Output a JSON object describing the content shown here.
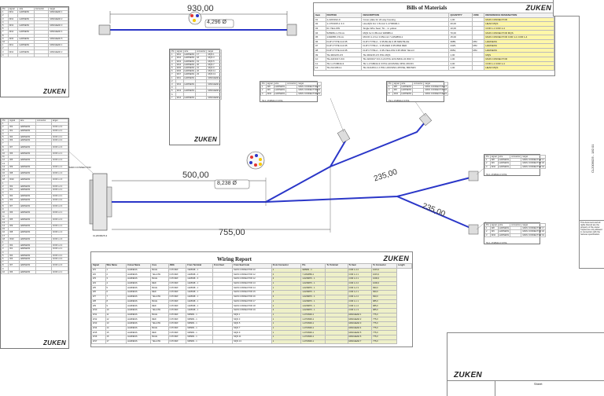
{
  "drawing": {
    "dimensions": {
      "top_length": "930,00",
      "main_length": "500,00",
      "total_length": "755,00",
      "branch_a": "235,00",
      "branch_b": "235,00",
      "diameter_top": "4,296 Ø",
      "diameter_main": "8,238 Ø"
    },
    "labels": {
      "main_connector": "MAIN CONNECTOR",
      "main_part": "CL2009025-3"
    }
  },
  "bom": {
    "title": "Bills of Materials",
    "headers": [
      "Item",
      "PARTNO",
      "DESCRIPTION",
      "QUANTITY",
      "UOM",
      "REFERENCE DESIGNATION"
    ],
    "rows": [
      [
        "01",
        "1-2223312-0",
        "Cover plate for 24 way housing",
        "1,00",
        "",
        "MAIN CONNECTOR"
      ],
      [
        "02",
        "1-1703315-1 3.4",
        "HoodQS For 1.5mm2 1-1703930-1",
        "20,00",
        "",
        "HEAD MQS"
      ],
      [
        "03",
        "01 YELLOW",
        "Single Wire Seal, Tin... in yellow",
        "10,00",
        "",
        "COR 1-1 COR 1-4"
      ],
      [
        "04",
        "528389-1 2.5mm",
        "MQS for 0.35mm2 928989-1",
        "70,00",
        "",
        "MAIN CONNECTOR MQS"
      ],
      [
        "05",
        "1492865 2.5mm",
        "MCON 1.2 For 0.35mm2 7-1452869-1",
        "15,00",
        "",
        "MAIN CONNECTOR COR 1-1 COR 1-4"
      ],
      [
        "06",
        "FLRY-TYPE 2x0.35",
        "FLRY-TYPE A - 0.35-BLUE 0.35 MM2 BLUE",
        "3985,",
        "MM",
        "HARNESS"
      ],
      [
        "07",
        "FLRY-TYPE 2x0.35",
        "FLRY-TYPE A - 0.35-RED 0.35 MM2 RED",
        "4425,",
        "MM",
        "HARNESS"
      ],
      [
        "08",
        "FLRY-TYPE 2x0.35",
        "FLRY-TYPE A - 0.35-YELLOW 0.35 MM2 YELLO",
        "6952,",
        "MM",
        "HARNESS"
      ],
      [
        "09",
        "TE-3D0215-0.5",
        "TE-3D0215-0.5 POL MQS",
        "1,00",
        "",
        "MQS"
      ],
      [
        "10",
        "TE-2223317-ICC",
        "TE 2223317 ICC A 24 POL HOUSING 24 WAY C",
        "1,00",
        "",
        "MAIN CONNECTOR"
      ],
      [
        "11",
        "TE 1-1718644-3",
        "TE 1-1718644-3 3 POL HOUSING 3POL MCON",
        "4,00",
        "",
        "COR 1-1 COR 1-4"
      ],
      [
        "12",
        "TE 2141454-1",
        "TE 2141454-1 2 POL HOUSING 2POSE, BROWN",
        "1,00",
        "",
        "HEAD MQS"
      ]
    ]
  },
  "wiring_report": {
    "title": "Wiring Report",
    "headers": [
      "Signal",
      "Wire Name",
      "Colour Name",
      "Core",
      "AWG",
      "From Terminal",
      "From Seal",
      "From Seal Code",
      "From Connector",
      "Pin",
      "To Terminal",
      "To Seal",
      "To Connector",
      "Length"
    ],
    "rows": [
      [
        "W1",
        "1",
        "HARNESS",
        "BLUE",
        "0.35 MM²",
        "1928498 - 1",
        "",
        "MAIN CONNECTOR 10",
        "1",
        "928999 - 1",
        "",
        "COR 1-4 2",
        "1015,0"
      ],
      [
        "W2",
        "2",
        "HARNESS",
        "YELLOW",
        "0.35 MM²",
        "1428498 - 2",
        "",
        "MAIN CONNECTOR 12",
        "2",
        "7-1452869-1",
        "",
        "COR 1-4 1",
        "1015,0"
      ],
      [
        "W3",
        "3",
        "HARNESS",
        "BLUE",
        "0.35 MM²",
        "1428498 - 3",
        "",
        "MAIN CONNECTOR 12",
        "3",
        "1-0236870 - 1",
        "",
        "COR 1-3 1",
        "1000,0"
      ],
      [
        "W4",
        "4",
        "HARNESS",
        "RED",
        "0.35 MM²",
        "1428498 - 1",
        "",
        "MAIN CONNECTOR 13",
        "1",
        "1-0236870 - 1",
        "",
        "COR 1-3 2",
        "1000,0"
      ],
      [
        "W5",
        "5",
        "HARNESS",
        "BLUE",
        "0.35 MM²",
        "1428498 - 1",
        "",
        "MAIN CONNECTOR 14",
        "1",
        "1-0236870 - 1",
        "",
        "COR 1-2 3",
        "990,0"
      ],
      [
        "W6",
        "6",
        "HARNESS",
        "RED",
        "0.35 MM²",
        "1428498 - 1",
        "",
        "MAIN CONNECTOR 15",
        "2",
        "1-0236870 - 1",
        "",
        "COR 1-2 1",
        "990,0"
      ],
      [
        "W7",
        "7",
        "HARNESS",
        "YELLOW",
        "0.35 MM²",
        "1428498 - 1",
        "",
        "MAIN CONNECTOR 16",
        "3",
        "1-0236870 - 1",
        "",
        "COR 1-2 2",
        "990,0"
      ],
      [
        "W8",
        "8",
        "HARNESS",
        "BLUE",
        "0.35 MM²",
        "1428498 - 1",
        "",
        "MAIN CONNECTOR 17",
        "1",
        "1-0236870 - 1",
        "",
        "COR 1-1 1",
        "985,0"
      ],
      [
        "W9",
        "9",
        "HARNESS",
        "RED",
        "0.35 MM²",
        "1428498 - 1",
        "",
        "MAIN CONNECTOR 18",
        "2",
        "1-0236870 - 1",
        "",
        "COR 1-1 2",
        "985,0"
      ],
      [
        "W10",
        "10",
        "HARNESS",
        "YELLOW",
        "0.35 MM²",
        "1428498 - 1",
        "",
        "MAIN CONNECTOR 19",
        "3",
        "1-0236870 - 1",
        "",
        "COR 1-1 3",
        "985,0"
      ],
      [
        "W11",
        "11",
        "HARNESS",
        "BLUE",
        "0.35 MM²",
        "928999 - 1",
        "",
        "MQS 1",
        "1",
        "1-1703930-1",
        "",
        "MAN/HEAD 1",
        "775,0"
      ],
      [
        "W12",
        "12",
        "HARNESS",
        "RED",
        "0.35 MM²",
        "928999 - 1",
        "",
        "MQS 3",
        "1",
        "1-1703930-1",
        "",
        "MAN/HEAD 2",
        "775,0"
      ],
      [
        "W13",
        "13",
        "HARNESS",
        "YELLOW",
        "0.35 MM²",
        "928999 - 1",
        "",
        "MQS 5",
        "1",
        "1-1703930-1",
        "",
        "MAN/HEAD 3",
        "775,0"
      ],
      [
        "W14",
        "14",
        "HARNESS",
        "BLUE",
        "0.35 MM²",
        "928999 - 1",
        "",
        "MQS 7",
        "1",
        "1-1703930-1",
        "",
        "MAN/HEAD 4",
        "775,0"
      ],
      [
        "W15",
        "15",
        "HARNESS",
        "RED",
        "0.35 MM²",
        "928999 - 1",
        "",
        "MQS 9",
        "1",
        "1-1703930-1",
        "",
        "MAN/HEAD 5",
        "775,0"
      ],
      [
        "W16",
        "16",
        "HARNESS",
        "BLUE",
        "0.35 MM²",
        "928999 - 1",
        "",
        "MQS 11",
        "1",
        "1-1703930-1",
        "",
        "MAN/HEAD 6",
        "775,0"
      ],
      [
        "W17",
        "17",
        "HARNESS",
        "YELLOW",
        "0.35 MM²",
        "928999 - 1",
        "",
        "MQS 13",
        "1",
        "1-1703930-1",
        "",
        "MAN/HEAD 7",
        "775,0"
      ]
    ]
  },
  "connector_table": {
    "headers": [
      "Pin",
      "signal",
      "wire",
      "connector",
      "target"
    ],
    "rows_main": [
      [
        "1",
        "",
        "",
        "",
        ""
      ],
      [
        "2",
        "W2",
        "HARNESS",
        "",
        "COR 1-4 2"
      ],
      [
        "3",
        "W1",
        "HARNESS",
        "",
        "COR 1-4 1"
      ],
      [
        "4",
        "",
        "",
        "",
        ""
      ],
      [
        "5",
        "W4",
        "HARNESS",
        "",
        "COR 1-3 1"
      ],
      [
        "6",
        "W3",
        "HARNESS",
        "",
        "COR 1-3 2"
      ],
      [
        "7",
        "",
        "",
        "",
        ""
      ],
      [
        "8",
        "W7",
        "HARNESS",
        "",
        "COR 1-2 3"
      ],
      [
        "9",
        "",
        "",
        "",
        ""
      ],
      [
        "10",
        "W6",
        "HARNESS",
        "",
        "COR 1-2 1"
      ],
      [
        "11",
        "",
        "",
        "",
        ""
      ],
      [
        "12",
        "W5",
        "HARNESS",
        "",
        "COR 1-2 2"
      ],
      [
        "13",
        "",
        "",
        "",
        ""
      ],
      [
        "14",
        "W9",
        "HARNESS",
        "",
        "COR 1-1 1"
      ],
      [
        "15",
        "",
        "",
        "",
        ""
      ],
      [
        "16",
        "W8",
        "HARNESS",
        "",
        "COR 1-1 2"
      ],
      [
        "17",
        "",
        "",
        "",
        ""
      ],
      [
        "18",
        "W10",
        "HARNESS",
        "",
        "COR 1-1 3"
      ]
    ],
    "rows_mqs": [
      [
        "1",
        "W11",
        "HARNESS",
        "",
        "MAN/HEAD 1"
      ],
      [
        "2",
        "",
        "",
        "",
        ""
      ],
      [
        "3",
        "W12",
        "HARNESS",
        "",
        "MAN/HEAD 2"
      ],
      [
        "4",
        "",
        "",
        "",
        ""
      ],
      [
        "5",
        "W13",
        "HARNESS",
        "",
        "MAN/HEAD 3"
      ],
      [
        "6",
        "",
        "",
        "",
        ""
      ],
      [
        "7",
        "W14",
        "HARNESS",
        "",
        "MAN/HEAD 4"
      ],
      [
        "8",
        "",
        "",
        "",
        ""
      ],
      [
        "9",
        "W15",
        "HARNESS",
        "",
        "MAN/HEAD 5"
      ],
      [
        "10",
        "",
        "",
        "",
        ""
      ]
    ],
    "rows_head": [
      [
        "1",
        "W11",
        "HARNESS",
        "17",
        "MQS 1"
      ],
      [
        "2",
        "W12",
        "HARNESS",
        "18",
        "MQS 3"
      ],
      [
        "3",
        "W13",
        "HARNESS",
        "19",
        "MQS 5"
      ],
      [
        "4",
        "W14",
        "HARNESS",
        "20",
        "MQS 7"
      ],
      [
        "5",
        "W15",
        "HARNESS",
        "21",
        "MQS 9"
      ],
      [
        "6",
        "W16",
        "HARNESS",
        "22",
        "MQS 11"
      ],
      [
        "7",
        "W17",
        "HARNESS",
        "23",
        "MQS 13"
      ]
    ],
    "rows_cor": [
      [
        "1",
        "W8",
        "HARNESS",
        "",
        "MAIN CONNECTOR 17"
      ],
      [
        "2",
        "W9",
        "HARNESS",
        "",
        "MAIN CONNECTOR 18"
      ],
      [
        "3",
        "W10",
        "HARNESS",
        "",
        "MAIN CONNECTOR 19"
      ]
    ],
    "cor_note": "TE 1-1718644-3 3 POL"
  },
  "brand": "ZUKEN",
  "title_block": {
    "brand": "ZUKEN",
    "vertical_text": "This document and all rights thereof are the property of the owner. Copies are only allowed in connection with the harness specification.",
    "sheet_label": "Sheet",
    "part_no": "CL2009025 - 182.01"
  },
  "colors": {
    "wire": "#2a36c8",
    "yellow": "#fff7a8",
    "highlight": "#eef0c8"
  }
}
